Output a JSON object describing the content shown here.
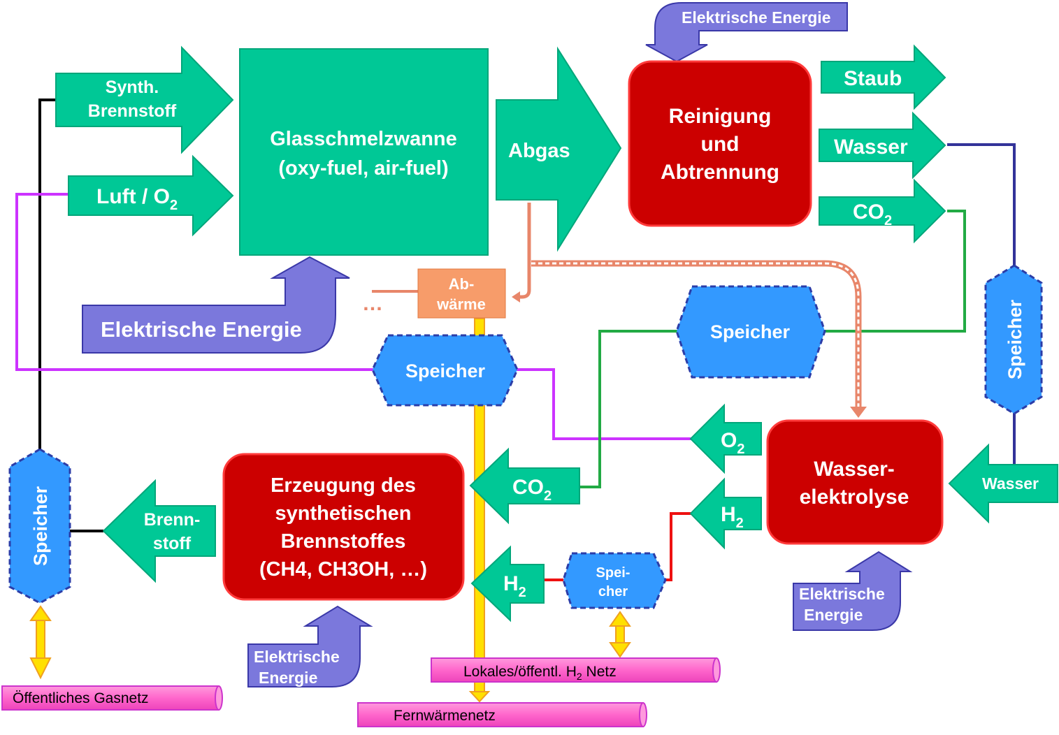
{
  "colors": {
    "teal": "#00C896",
    "red": "#CC0000",
    "purple_arrow": "#7B78DC",
    "blue_storage": "#3399FF",
    "orange_box": "#F79C6A",
    "pink_pipe": "#FF66CC",
    "magenta_line": "#CC33FF",
    "navy_line": "#333399",
    "green_line": "#22AA44",
    "red_line": "#EE1111",
    "yellow": "#FFE000"
  },
  "furnace": {
    "line1": "Glasschmelzwanne",
    "line2": "(oxy-fuel, air-fuel)"
  },
  "inputs": {
    "synth_line1": "Synth.",
    "synth_line2": "Brennstoff",
    "luft": "Luft / O",
    "luft_sub": "2"
  },
  "furnace_energy": "Elektrische Energie",
  "abgas": "Abgas",
  "cleaning": {
    "energy": "Elektrische Energie",
    "line1": "Reinigung",
    "line2": "und",
    "line3": "Abtrennung"
  },
  "outputs": {
    "staub": "Staub",
    "wasser": "Wasser",
    "co2": "CO",
    "co2_sub": "2"
  },
  "abwaerme": {
    "line1": "Ab-",
    "line2": "wärme",
    "dots": "…"
  },
  "storages": {
    "o2": "Speicher",
    "co2": "Speicher",
    "water": "Speicher",
    "fuel": "Speicher",
    "h2_line1": "Spei-",
    "h2_line2": "cher"
  },
  "electrolysis": {
    "line1": "Wasser-",
    "line2": "elektrolyse",
    "o2": "O",
    "o2_sub": "2",
    "h2": "H",
    "h2_sub": "2",
    "wasser_in": "Wasser",
    "energy_line1": "Elektrische",
    "energy_line2": "Energie"
  },
  "synthesis": {
    "line1": "Erzeugung des",
    "line2": "synthetischen",
    "line3": "Brennstoffes",
    "line4": "(CH4, CH3OH, …)",
    "co2_in": "CO",
    "co2_sub": "2",
    "h2_in": "H",
    "h2_sub": "2",
    "out_line1": "Brenn-",
    "out_line2": "stoff",
    "energy_line1": "Elektrische",
    "energy_line2": "Energie"
  },
  "networks": {
    "gas": "Öffentliches Gasnetz",
    "h2_a": "Lokales/öffentl.  H",
    "h2_sub": "2",
    "h2_b": " Netz",
    "fernwaerme": "Fernwärmenetz"
  }
}
